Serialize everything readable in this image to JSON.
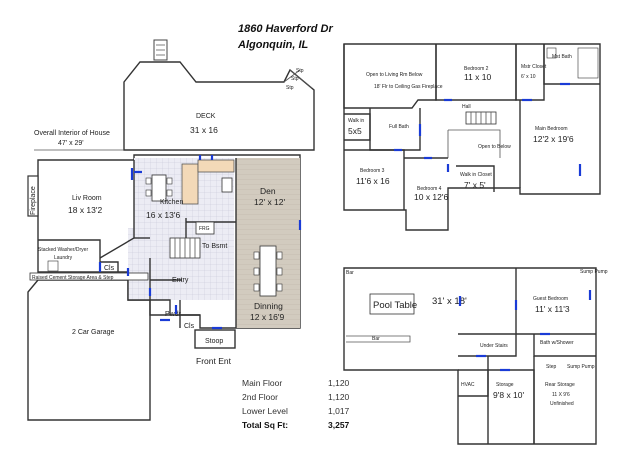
{
  "header": {
    "address": "1860 Haverford Dr",
    "city": "Algonquin, IL"
  },
  "main_floor": {
    "deck_label": "DECK",
    "deck_size": "31 x 16",
    "overall_label": "Overall Interior of House",
    "overall_size": "47' x 29'",
    "fireplace": "Fireplace",
    "liv_room_name": "Liv Room",
    "liv_room_size": "18 x 13'2",
    "kitchen_name": "Kitchen",
    "kitchen_size": "16 x 13'6",
    "den_name": "Den",
    "den_size": "12' x 12'",
    "frg": "FRG",
    "to_bsmt": "To Bsmt",
    "washer_dryer": "Stacked Washer/Dryer",
    "laundry": "Laundry",
    "cls": "Cls",
    "raised_cement": "Raised Cement Storage Area & Step",
    "entry": "Entry",
    "dinning_name": "Dinning",
    "dinning_size": "12 x 16'9",
    "garage": "2 Car Garage",
    "pwdr": "Pwdr",
    "cls2": "Cls",
    "stoop": "Stoop",
    "front_ent": "Front Ent",
    "step1": "Stp",
    "step2": "Stp",
    "step3": "Stp"
  },
  "upper_floor": {
    "open_living": "Open to Living Rm Below",
    "fireplace_note": "18' Flr to Ceiling Gas Fireplace",
    "bedroom2_name": "Bedroom 2",
    "bedroom2_size": "11 x 10",
    "mstr_closet_name": "Mstr Closet",
    "mstr_closet_size": "6' x 10",
    "mst_bath": "Mst Bath",
    "hall": "Hall",
    "walk_in_name": "Walk in",
    "walk_in_size": "5x5",
    "full_bath": "Full Bath",
    "main_bedroom_name": "Main Bedroom",
    "main_bedroom_size": "12'2 x 19'6",
    "open_below": "Open to Below",
    "bedroom3_name": "Bedroom 3",
    "bedroom3_size": "11'6 x 16",
    "bedroom4_name": "Bedroom 4",
    "bedroom4_size": "10 x 12'6",
    "walk_in_closet_name": "Walk in Closet",
    "walk_in_closet_size": "7' x 5'"
  },
  "lower_floor": {
    "bar_top": "Bar",
    "pool_table": "Pool Table",
    "rec_size": "31' x 18'",
    "sump_pump": "Sump Pump",
    "guest_bedroom_name": "Guest Bedroom",
    "guest_bedroom_size": "11' x 11'3",
    "bar": "Bar",
    "under_stairs": "Under Stairs",
    "bath_shower": "Bath w/Shower",
    "hvac": "HVAC",
    "storage_name": "Storage",
    "storage_size": "9'8 x 10'",
    "step_a": "Step",
    "sump_b": "Sump Pump",
    "rear_storage_name": "Rear Storage",
    "rear_storage_size": "11 X 9'6",
    "rear_storage_note": "Unfinished"
  },
  "summary": {
    "main_floor_label": "Main Floor",
    "main_floor_value": "1,120",
    "second_floor_label": "2nd Floor",
    "second_floor_value": "1,120",
    "lower_level_label": "Lower Level",
    "lower_level_value": "1,017",
    "total_label": "Total Sq Ft:",
    "total_value": "3,257"
  },
  "colors": {
    "wall": "#333333",
    "door": "#1a3bd6",
    "den_fill": "#c8c0b2",
    "tile": "#d8d8e8",
    "counter": "#f3d9b8"
  }
}
